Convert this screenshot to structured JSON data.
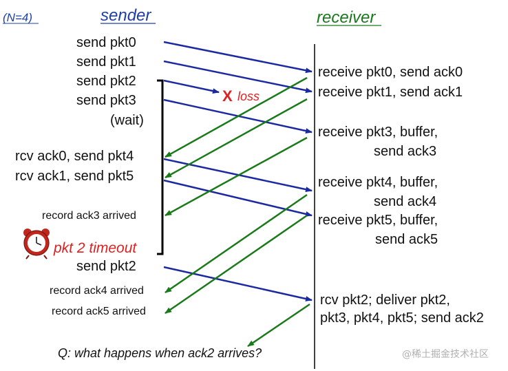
{
  "window_label": "(N=4)",
  "sender_title": "sender",
  "receiver_title": "receiver",
  "sender_labels": {
    "send_pkt0": "send  pkt0",
    "send_pkt1": "send  pkt1",
    "send_pkt2": "send  pkt2",
    "send_pkt3": "send  pkt3",
    "wait": "(wait)",
    "rcv_ack0": "rcv ack0, send pkt4",
    "rcv_ack1": "rcv ack1, send pkt5",
    "record_ack3": "record ack3 arrived",
    "timeout": "pkt 2 timeout",
    "resend_pkt2": "send  pkt2",
    "record_ack4": "record ack4 arrived",
    "record_ack5": "record ack5 arrived"
  },
  "loss_label": "loss",
  "loss_mark": "X",
  "receiver_labels": {
    "r0": "receive pkt0, send ack0",
    "r1": "receive pkt1, send ack1",
    "r3a": "receive pkt3, buffer,",
    "r3b": "send ack3",
    "r4a": "receive pkt4, buffer,",
    "r4b": "send ack4",
    "r5a": "receive pkt5, buffer,",
    "r5b": "send ack5",
    "r2a": "rcv pkt2; deliver pkt2,",
    "r2b": "pkt3, pkt4, pkt5; send ack2"
  },
  "question": "Q: what happens when ack2 arrives?",
  "watermark": "@稀土掘金技术社区",
  "colors": {
    "data_arrow": "#1c2aa0",
    "ack_arrow": "#1a7a1a",
    "loss": "#e02020",
    "title": "#1f3fa8"
  },
  "icons": {
    "alarm": "alarm-clock-icon",
    "loss": "x-loss-icon"
  }
}
